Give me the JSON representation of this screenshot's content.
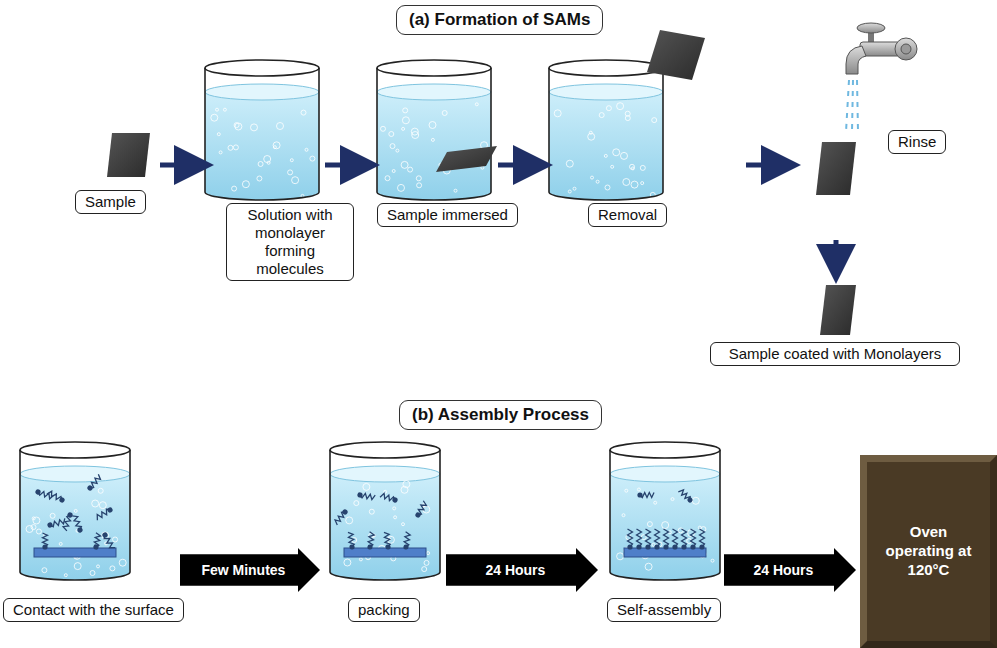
{
  "diagram": {
    "nodes": [
      {
        "text": [
          "(a) Formation of SAMs"
        ]
      },
      {
        "text": [
          "Sample"
        ]
      },
      {
        "text": [
          "Solution with monolayer forming molecules"
        ]
      },
      {
        "text": [
          "Sample immersed"
        ]
      },
      {
        "text": [
          "Removal"
        ]
      },
      {
        "text": [
          "Rinse"
        ]
      },
      {
        "text": [
          "Sample coated with Monolayers"
        ]
      },
      {
        "text": [
          "(b) Assembly Process"
        ]
      },
      {
        "text": [
          "Contact with the surface"
        ]
      },
      {
        "text": [
          "Few Minutes"
        ]
      },
      {
        "text": [
          "packing"
        ]
      },
      {
        "text": [
          "24 Hours"
        ]
      },
      {
        "text": [
          "Self-assembly"
        ]
      },
      {
        "text": [
          "24 Hours"
        ]
      },
      {
        "text": [
          "Oven operating at 120°C"
        ]
      }
    ]
  }
}
